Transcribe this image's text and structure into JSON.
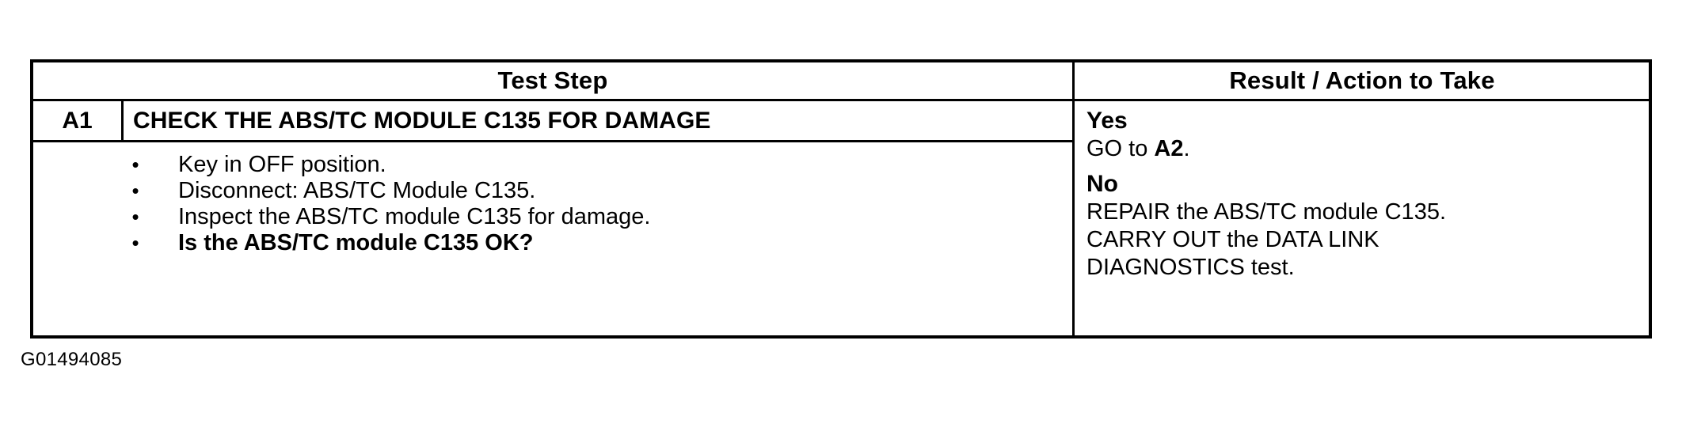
{
  "table": {
    "headers": {
      "test_step": "Test Step",
      "result_action": "Result / Action to Take"
    },
    "step": {
      "id": "A1",
      "title": "CHECK THE ABS/TC MODULE C135 FOR DAMAGE",
      "bullet_glyph": "•",
      "bullets": [
        {
          "text": "Key in OFF position.",
          "bold": false
        },
        {
          "text": "Disconnect: ABS/TC Module C135.",
          "bold": false
        },
        {
          "text": "Inspect the ABS/TC module C135 for damage.",
          "bold": false
        },
        {
          "text": "Is the ABS/TC module C135 OK?",
          "bold": true
        }
      ]
    },
    "results": [
      {
        "label": "Yes",
        "lines": [
          {
            "pre": "GO to ",
            "bold": "A2",
            "post": "."
          }
        ]
      },
      {
        "label": "No",
        "lines": [
          {
            "pre": "REPAIR the ABS/TC module C135.",
            "bold": "",
            "post": ""
          },
          {
            "pre": "CARRY OUT the DATA LINK",
            "bold": "",
            "post": ""
          },
          {
            "pre": "DIAGNOSTICS test.",
            "bold": "",
            "post": ""
          }
        ]
      }
    ]
  },
  "caption": "G01494085",
  "colors": {
    "border": "#000000",
    "text": "#000000",
    "background": "#ffffff"
  }
}
